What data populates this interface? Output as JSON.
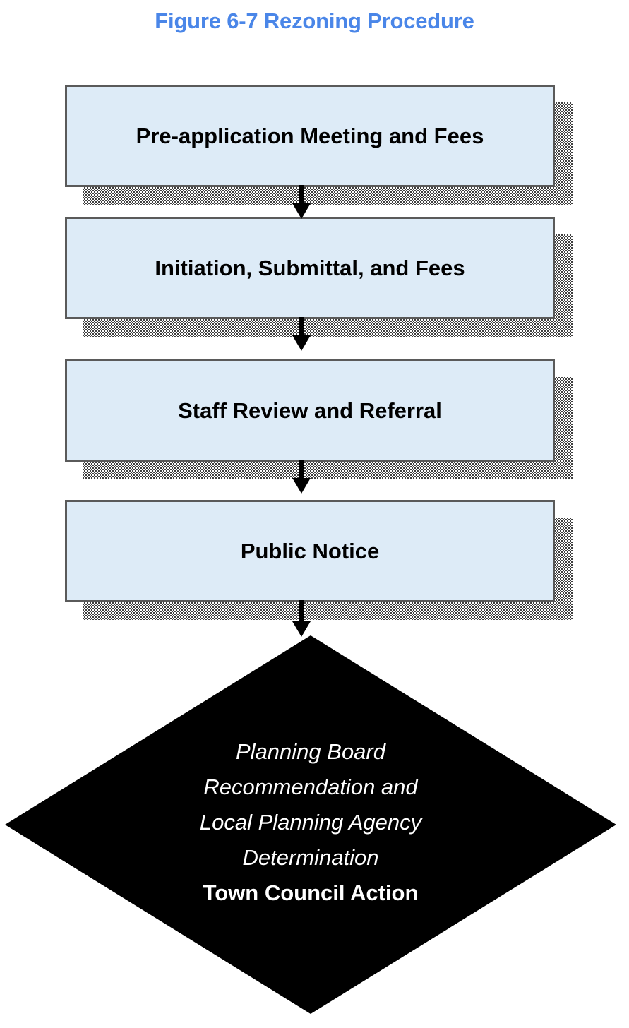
{
  "figure": {
    "title": "Figure 6-7 Rezoning Procedure",
    "title_color": "#4A86E8",
    "background_color": "#FFFFFF"
  },
  "flow": {
    "box_fill_color": "#DDEBF7",
    "box_border_color": "#5A5A5A",
    "shadow_color": "#3F3F3F",
    "arrow_color": "#000000",
    "steps": [
      {
        "label": "Pre-application Meeting and Fees"
      },
      {
        "label": "Initiation, Submittal, and Fees"
      },
      {
        "label": "Staff Review and Referral"
      },
      {
        "label": "Public Notice"
      }
    ],
    "connectors": [
      {
        "name": "arrow-step1-to-step2"
      },
      {
        "name": "arrow-step2-to-step3"
      },
      {
        "name": "arrow-step3-to-step4"
      },
      {
        "name": "arrow-step4-to-decision"
      }
    ],
    "decision": {
      "fill_color": "#000000",
      "text_color": "#FFFFFF",
      "lines": [
        {
          "text": "Planning Board",
          "style": "italic"
        },
        {
          "text": "Recommendation and",
          "style": "italic"
        },
        {
          "text": "Local Planning Agency",
          "style": "italic"
        },
        {
          "text": "Determination",
          "style": "italic"
        },
        {
          "text": "Town Council Action",
          "style": "bold"
        }
      ]
    }
  }
}
